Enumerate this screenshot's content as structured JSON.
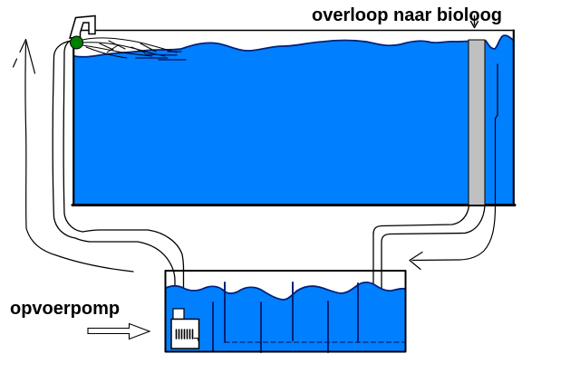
{
  "diagram": {
    "labels": {
      "overflow": "overloop naar bioloog",
      "pump": "opvoerpomp"
    },
    "colors": {
      "water": "#0080ff",
      "water_outline": "#00217a",
      "standpipe": "#c0c0c0",
      "ball": "#008000",
      "line": "#000000",
      "background": "#ffffff"
    },
    "components": {
      "main_tank": "aquarium",
      "standpipe": "overflow standpipe to biological filter",
      "sump": "filter sump with baffles",
      "pump": "lift pump (opvoerpomp)"
    }
  }
}
